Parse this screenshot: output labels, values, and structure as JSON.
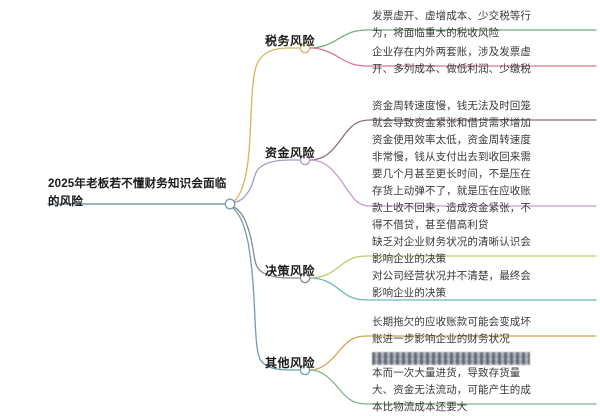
{
  "mindmap": {
    "root": {
      "label": "2025年老板若不懂财务知识会面临的风险",
      "underline_color": "#7f9db0"
    },
    "branches": [
      {
        "label": "税务风险",
        "color": "#d9b55c",
        "leaves": [
          {
            "lines": [
              "发票虚开、虚增成本、少交税等行",
              "为，将面临重大的税收风险"
            ],
            "color": "#6fae74"
          },
          {
            "lines": [
              "企业存在内外两套账，涉及发票虚",
              "开、多列成本、做低利润、少缴税"
            ],
            "color": "#d4798c"
          }
        ]
      },
      {
        "label": "资金风险",
        "color": "#a79bbd",
        "leaves": [
          {
            "lines": [
              "资金周转速度慢，钱无法及时回笼",
              "就会导致资金紧张和借贷需求增加"
            ],
            "color": "#8d6d7e"
          },
          {
            "lines": [
              "资金使用效率太低，资金周转速度",
              "非常慢，钱从支付出去到收回来需",
              "要几个月甚至更长时间，不是压在",
              "存货上动弹不了，就是压在应收账",
              "款上收不回来，造成资金紧张，不",
              "得不借贷，甚至借高利贷"
            ],
            "color": "#c79ad1"
          }
        ]
      },
      {
        "label": "决策风险",
        "color": "#8b8b88",
        "leaves": [
          {
            "lines": [
              "缺乏对企业财务状况的清晰认识会",
              "影响企业的决策"
            ],
            "color": "#c3c868"
          },
          {
            "lines": [
              "对公司经营状况并不清楚，最终会",
              "影响企业的决策"
            ],
            "color": "#6fb6c4"
          }
        ]
      },
      {
        "label": "其他风险",
        "color": "#6e9fae",
        "leaves": [
          {
            "lines": [
              "长期拖欠的应收账款可能会变成坏",
              "账进一步影响企业的财务状况"
            ],
            "color": "#d4a24f"
          },
          {
            "lines": [
              "",
              "本而一次大量进货，导致存货量",
              "大、资金无法流动，可能产生的成",
              "本比物流成本还要大"
            ],
            "redacted_first_line": true,
            "color": "#7fb889"
          }
        ]
      }
    ]
  }
}
